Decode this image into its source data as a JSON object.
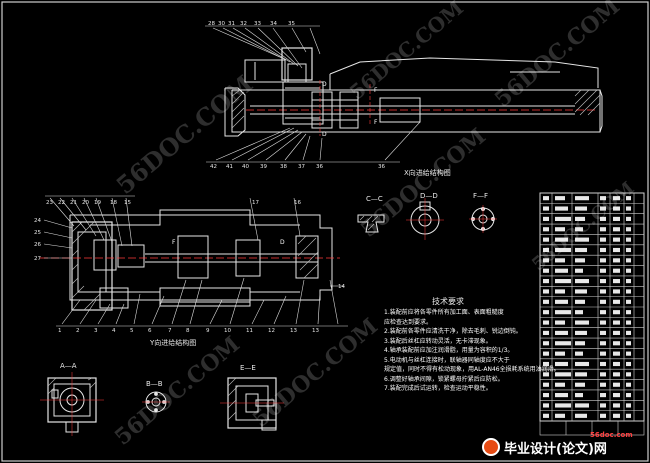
{
  "watermark": "56DOC.COM",
  "site_badge": "56doc.com",
  "brand_text": "毕业设计(论文)网",
  "views": {
    "x_drive": "X向进给结构图",
    "y_drive": "Y向进给结构图",
    "section_cc": "C—C",
    "section_dd": "D—D",
    "section_ff": "F—F",
    "section_aa": "A—A",
    "section_bb": "B—B",
    "section_ee": "E—E"
  },
  "tech": {
    "title": "技术要求",
    "lines": [
      "1.装配前应将各零件所有加工面、表面粗糙度",
      "  应检查达到要求。",
      "2.装配前各零件应清洗干净，除去毛刺、锐边倒钝。",
      "3.装配后丝杠应转动灵活，无卡滞现象。",
      "4.轴承装配前应加注润滑脂，用量为容积的1/3。",
      "5.电动机与丝杠连接时，联轴器同轴度应不大于",
      "  规定值，同时不得有松动现象，用AL-AN46全损耗系统用油润滑。",
      "6.调整好轴承间隙，锁紧螺母拧紧后应防松。",
      "7.装配完成后试运转，检查运动平稳性。"
    ]
  },
  "title_block": {
    "rows": 22
  }
}
